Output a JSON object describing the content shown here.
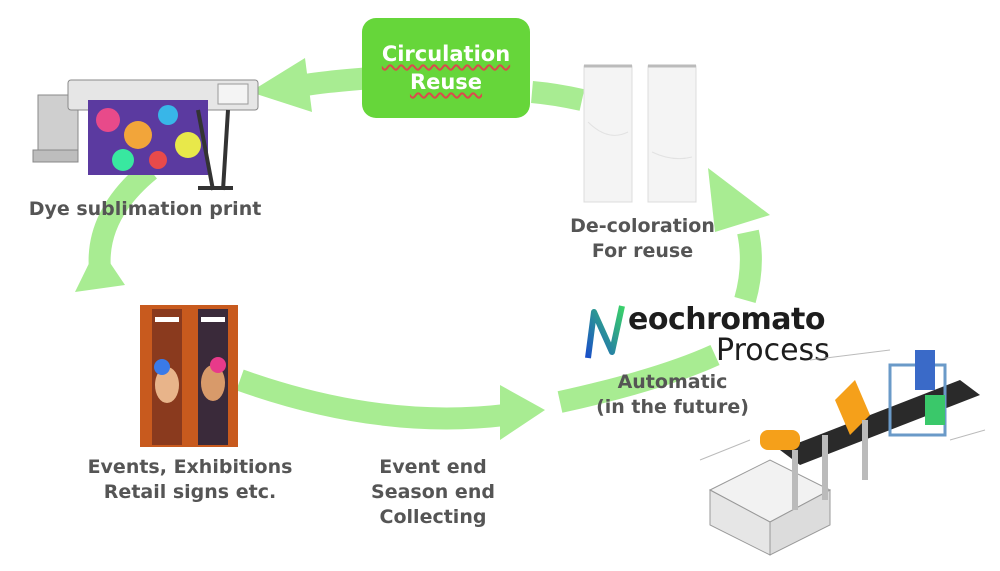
{
  "center_box": {
    "line1": "Circulation",
    "line2": "Reuse",
    "color": "#66d63a"
  },
  "arrow_color": "#a8ec92",
  "nodes": {
    "print": {
      "label": "Dye sublimation print"
    },
    "decolor": {
      "line1": "De-coloration",
      "line2": "For reuse"
    },
    "events": {
      "line1": "Events, Exhibitions",
      "line2": "Retail signs etc."
    },
    "collect": {
      "line1": "Event end",
      "line2": "Season end",
      "line3": "Collecting"
    },
    "automatic": {
      "line1": "Automatic",
      "line2": "(in the future)"
    }
  },
  "logo": {
    "word_rest": "eochromato",
    "sub": "Process"
  },
  "icons": [
    "printer-icon",
    "blank-banner-icon",
    "printed-banner-icon",
    "conveyor-machine-icon",
    "neochromato-logo-icon"
  ]
}
